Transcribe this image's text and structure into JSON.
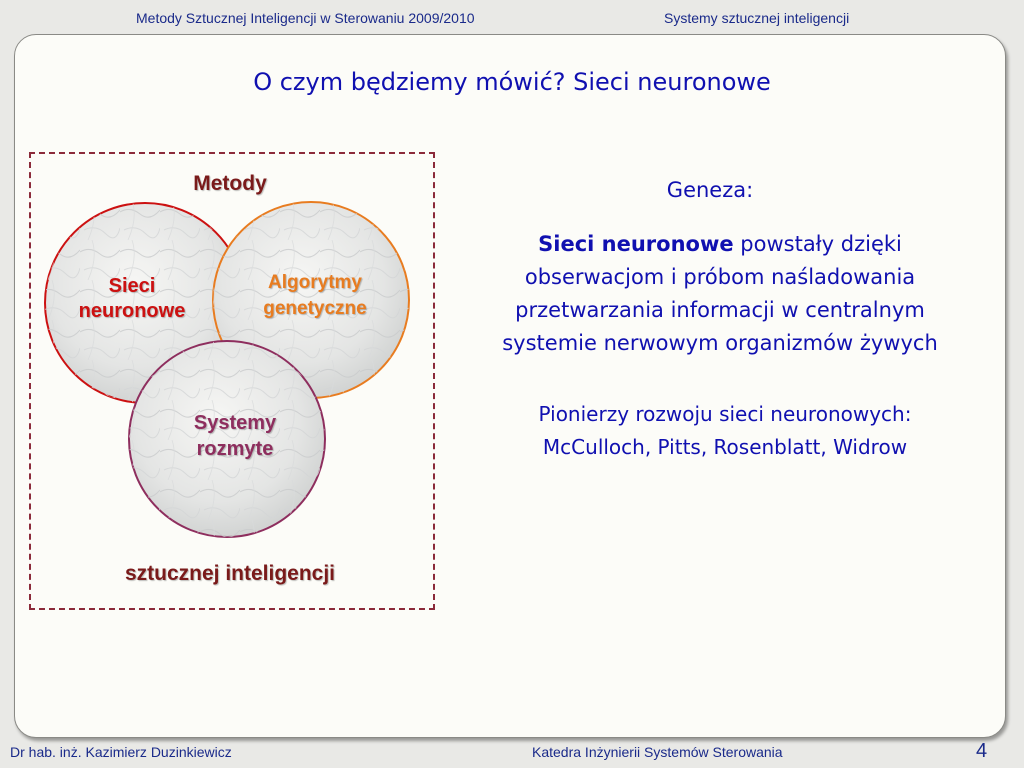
{
  "header": {
    "left": "Metody Sztucznej Inteligencji w Sterowaniu 2009/2010",
    "right": "Systemy sztucznej inteligencji"
  },
  "slide": {
    "title": "O czym będziemy mówić? Sieci neuronowe"
  },
  "diagram": {
    "top_label": "Metody",
    "bottom_label": "sztucznej inteligencji",
    "circles": [
      {
        "line1": "Sieci",
        "line2": "neuronowe",
        "color": "#cc1111"
      },
      {
        "line1": "Algorytmy",
        "line2": "genetyczne",
        "color": "#e87c20"
      },
      {
        "line1": "Systemy",
        "line2": "rozmyte",
        "color": "#8e2e5e"
      }
    ],
    "frame_color": "#8b2a3a"
  },
  "content": {
    "geneza": "Geneza:",
    "para_bold": "Sieci neuronowe",
    "para_line1_rest": " powstały dzięki",
    "para_line2": "obserwacjom i próbom naśladowania",
    "para_line3": "przetwarzania informacji w centralnym",
    "para_line4": "systemie nerwowym organizmów żywych",
    "pion_line1": "Pionierzy rozwoju sieci neuronowych:",
    "pion_line2": "McCulloch, Pitts, Rosenblatt, Widrow"
  },
  "footer": {
    "author": "Dr hab. inż. Kazimierz Duzinkiewicz",
    "dept": "Katedra Inżynierii Systemów Sterowania",
    "page": "4"
  },
  "colors": {
    "text_blue": "#1010b0",
    "header_blue": "#1a2a8a"
  }
}
